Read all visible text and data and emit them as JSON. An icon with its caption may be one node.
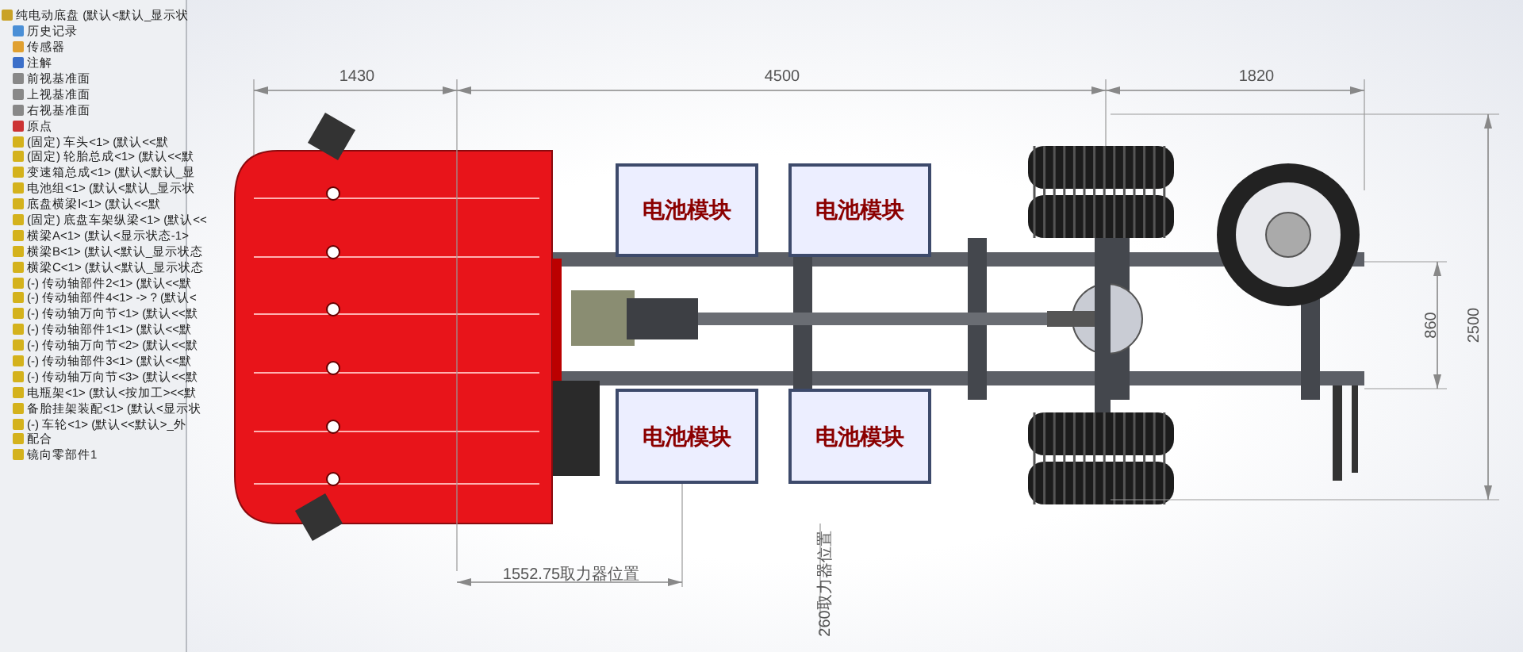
{
  "diagram": {
    "nodes": [
      {
        "text": [
          "电池模块"
        ]
      },
      {
        "text": [
          "电池模块"
        ]
      },
      {
        "text": [
          "电池模块"
        ]
      },
      {
        "text": [
          "电池模块"
        ]
      }
    ],
    "labels": [
      "纯电动底盘 (默认<默认_显示状",
      "历史记录",
      "传感器",
      "注解",
      "前视基准面",
      "上视基准面",
      "右视基准面",
      "原点",
      "(固定) 车头<1> (默认<<默",
      "(固定) 轮胎总成<1> (默认<<默",
      "变速箱总成<1> (默认<默认_显",
      "电池组<1> (默认<默认_显示状",
      "底盘横梁Ⅰ<1> (默认<<默",
      "(固定) 底盘车架纵梁<1> (默认<<",
      "横梁A<1> (默认<显示状态-1>",
      "横梁B<1> (默认<默认_显示状态",
      "横梁C<1> (默认<默认_显示状态",
      "(-) 传动轴部件2<1> (默认<<默",
      "(-) 传动轴部件4<1> -> ? (默认<",
      "(-) 传动轴万向节<1> (默认<<默",
      "(-) 传动轴部件1<1> (默认<<默",
      "(-) 传动轴万向节<2> (默认<<默",
      "(-) 传动轴部件3<1> (默认<<默",
      "(-) 传动轴万向节<3> (默认<<默",
      "电瓶架<1> (默认<按加工><<默",
      "备胎挂架装配<1> (默认<显示状",
      "(-) 车轮<1> (默认<<默认>_外",
      "配合",
      "镜向零部件1",
      "1430",
      "4500",
      "1820",
      "860",
      "2500",
      "1552.75取力器位置",
      "260取力器位置"
    ]
  }
}
